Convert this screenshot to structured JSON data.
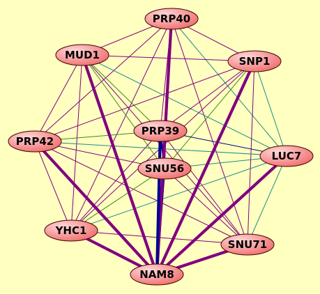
{
  "network": {
    "background": "#ffffc0",
    "colors": {
      "purple": "#800080",
      "green": "#3a8a1a",
      "teal": "#1e8a8a",
      "blue": "#000090",
      "node_fill_light": "#ffd8d8",
      "node_fill_dark": "#f07070",
      "node_border": "#400000"
    },
    "nodes": [
      {
        "id": "PRP40",
        "label": "PRP40"
      },
      {
        "id": "MUD1",
        "label": "MUD1"
      },
      {
        "id": "SNP1",
        "label": "SNP1"
      },
      {
        "id": "PRP39",
        "label": "PRP39"
      },
      {
        "id": "PRP42",
        "label": "PRP42"
      },
      {
        "id": "LUC7",
        "label": "LUC7"
      },
      {
        "id": "SNU56",
        "label": "SNU56"
      },
      {
        "id": "YHC1",
        "label": "YHC1"
      },
      {
        "id": "SNU71",
        "label": "SNU71"
      },
      {
        "id": "NAM8",
        "label": "NAM8"
      }
    ],
    "edges": [
      {
        "source": "PRP40",
        "target": "MUD1",
        "color": "purple",
        "weight": "thin"
      },
      {
        "source": "PRP40",
        "target": "SNP1",
        "color": "purple",
        "weight": "thin"
      },
      {
        "source": "PRP40",
        "target": "PRP39",
        "color": "purple",
        "weight": "thin"
      },
      {
        "source": "PRP40",
        "target": "PRP42",
        "color": "purple",
        "weight": "thin"
      },
      {
        "source": "PRP40",
        "target": "LUC7",
        "color": "teal",
        "weight": "thin"
      },
      {
        "source": "PRP40",
        "target": "SNU56",
        "color": "purple",
        "weight": "thin"
      },
      {
        "source": "PRP40",
        "target": "YHC1",
        "color": "purple",
        "weight": "thin"
      },
      {
        "source": "PRP40",
        "target": "SNU71",
        "color": "purple",
        "weight": "thin"
      },
      {
        "source": "PRP40",
        "target": "NAM8",
        "color": "purple",
        "weight": "thick"
      },
      {
        "source": "MUD1",
        "target": "SNP1",
        "color": "purple",
        "weight": "thin"
      },
      {
        "source": "MUD1",
        "target": "PRP39",
        "color": "green",
        "weight": "thin"
      },
      {
        "source": "MUD1",
        "target": "PRP42",
        "color": "purple",
        "weight": "thin"
      },
      {
        "source": "MUD1",
        "target": "LUC7",
        "color": "teal",
        "weight": "thin"
      },
      {
        "source": "MUD1",
        "target": "SNU56",
        "color": "green",
        "weight": "thin"
      },
      {
        "source": "MUD1",
        "target": "YHC1",
        "color": "purple",
        "weight": "thin"
      },
      {
        "source": "MUD1",
        "target": "SNU71",
        "color": "purple",
        "weight": "thin"
      },
      {
        "source": "MUD1",
        "target": "NAM8",
        "color": "purple",
        "weight": "thick"
      },
      {
        "source": "SNP1",
        "target": "PRP39",
        "color": "purple",
        "weight": "thin"
      },
      {
        "source": "SNP1",
        "target": "PRP42",
        "color": "purple",
        "weight": "thin"
      },
      {
        "source": "SNP1",
        "target": "LUC7",
        "color": "teal",
        "weight": "thin"
      },
      {
        "source": "SNP1",
        "target": "SNU56",
        "color": "green",
        "weight": "thin"
      },
      {
        "source": "SNP1",
        "target": "YHC1",
        "color": "purple",
        "weight": "thin"
      },
      {
        "source": "SNP1",
        "target": "SNU71",
        "color": "purple",
        "weight": "thin"
      },
      {
        "source": "SNP1",
        "target": "NAM8",
        "color": "purple",
        "weight": "thick"
      },
      {
        "source": "PRP39",
        "target": "PRP42",
        "color": "green",
        "weight": "thin"
      },
      {
        "source": "PRP39",
        "target": "LUC7",
        "color": "blue",
        "weight": "thin"
      },
      {
        "source": "PRP39",
        "target": "SNU56",
        "color": "blue",
        "weight": "medium"
      },
      {
        "source": "PRP39",
        "target": "YHC1",
        "color": "purple",
        "weight": "thin"
      },
      {
        "source": "PRP39",
        "target": "SNU71",
        "color": "purple",
        "weight": "thin"
      },
      {
        "source": "PRP39",
        "target": "NAM8",
        "color": "blue",
        "weight": "thick"
      },
      {
        "source": "PRP42",
        "target": "LUC7",
        "color": "teal",
        "weight": "thin"
      },
      {
        "source": "PRP42",
        "target": "SNU56",
        "color": "purple",
        "weight": "thin"
      },
      {
        "source": "PRP42",
        "target": "YHC1",
        "color": "purple",
        "weight": "thin"
      },
      {
        "source": "PRP42",
        "target": "SNU71",
        "color": "purple",
        "weight": "thin"
      },
      {
        "source": "PRP42",
        "target": "NAM8",
        "color": "purple",
        "weight": "thick"
      },
      {
        "source": "LUC7",
        "target": "SNU56",
        "color": "teal",
        "weight": "thin"
      },
      {
        "source": "LUC7",
        "target": "YHC1",
        "color": "teal",
        "weight": "thin"
      },
      {
        "source": "LUC7",
        "target": "SNU71",
        "color": "teal",
        "weight": "thin"
      },
      {
        "source": "LUC7",
        "target": "NAM8",
        "color": "purple",
        "weight": "thick"
      },
      {
        "source": "SNU56",
        "target": "YHC1",
        "color": "green",
        "weight": "thin"
      },
      {
        "source": "SNU56",
        "target": "SNU71",
        "color": "purple",
        "weight": "thin"
      },
      {
        "source": "SNU56",
        "target": "NAM8",
        "color": "blue",
        "weight": "medium"
      },
      {
        "source": "YHC1",
        "target": "SNU71",
        "color": "purple",
        "weight": "thin"
      },
      {
        "source": "YHC1",
        "target": "NAM8",
        "color": "purple",
        "weight": "thick"
      },
      {
        "source": "SNU71",
        "target": "NAM8",
        "color": "purple",
        "weight": "thick"
      }
    ]
  }
}
